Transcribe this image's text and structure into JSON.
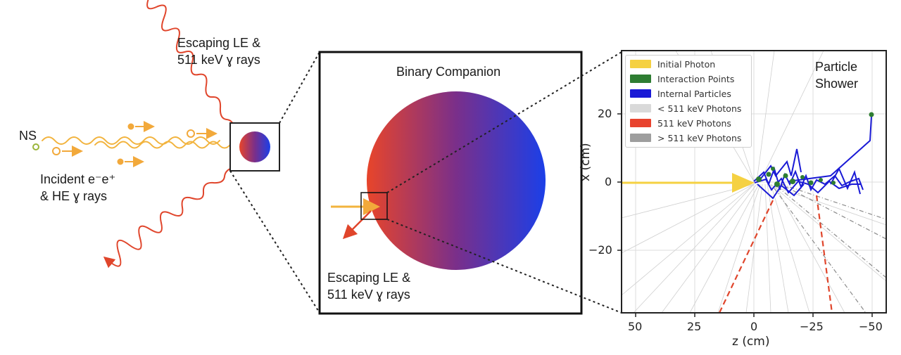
{
  "left": {
    "ns_label": "NS",
    "escaping_top": [
      "Escaping LE &",
      "511 keV ɣ rays"
    ],
    "incident": [
      "Incident e⁻e⁺",
      "& HE ɣ rays"
    ]
  },
  "middle": {
    "title": "Binary Companion",
    "escaping": [
      "Escaping LE &",
      "511 keV ɣ rays"
    ]
  },
  "right": {
    "title": [
      "Particle",
      "Shower"
    ],
    "legend": [
      {
        "label": "Initial Photon",
        "color": "#f5d142"
      },
      {
        "label": "Interaction Points",
        "color": "#2e7d32"
      },
      {
        "label": "Internal Particles",
        "color": "#1a1ad6"
      },
      {
        "label": "< 511 keV Photons",
        "color": "#d9d9d9"
      },
      {
        "label": "511 keV Photons",
        "color": "#e8432e"
      },
      {
        "label": "> 511 keV Photons",
        "color": "#9e9e9e"
      }
    ],
    "xlabel": "z (cm)",
    "ylabel": "x (cm)",
    "xticks": [
      "50",
      "25",
      "0",
      "−25",
      "−50"
    ],
    "yticks": [
      "20",
      "0",
      "−20"
    ]
  },
  "colors": {
    "companion_left": "#e8452a",
    "companion_mid": "#7a2f8a",
    "companion_right": "#1b3fe8",
    "wave_orange": "#f2b33d",
    "wave_red": "#e0452b"
  }
}
